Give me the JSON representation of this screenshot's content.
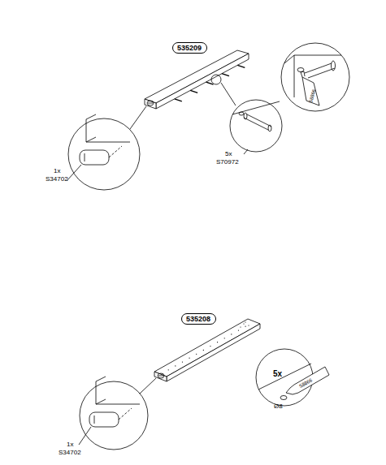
{
  "diagram": {
    "nodes": [
      {
        "text": [
          "535209"
        ]
      },
      {
        "text": [
          "535208"
        ]
      }
    ],
    "labels": [
      "1x",
      "S34702",
      "5x",
      "S70972",
      "S8866",
      "1x",
      "S34702",
      "5x",
      "S8866",
      "Ø8"
    ]
  }
}
